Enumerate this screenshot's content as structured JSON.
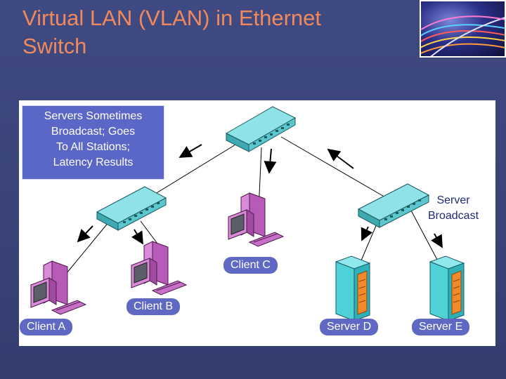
{
  "slide": {
    "title_line1": "Virtual LAN (VLAN) in Ethernet",
    "title_line2": "Switch"
  },
  "callout": {
    "lines": [
      "Servers Sometimes",
      "Broadcast; Goes",
      "To All Stations;",
      "Latency Results"
    ]
  },
  "labels": {
    "server_broadcast_line1": "Server",
    "server_broadcast_line2": "Broadcast",
    "client_a": "Client A",
    "client_b": "Client B",
    "client_c": "Client C",
    "server_d": "Server D",
    "server_e": "Server E"
  },
  "colors": {
    "title": "#f08a5d",
    "background": "#3a4478",
    "callout": "#5b67c6",
    "switch": "#6fd4dc",
    "client_box": "#c86bc8",
    "server_box": "#4fd1d8",
    "server_panel": "#f08a2a"
  }
}
